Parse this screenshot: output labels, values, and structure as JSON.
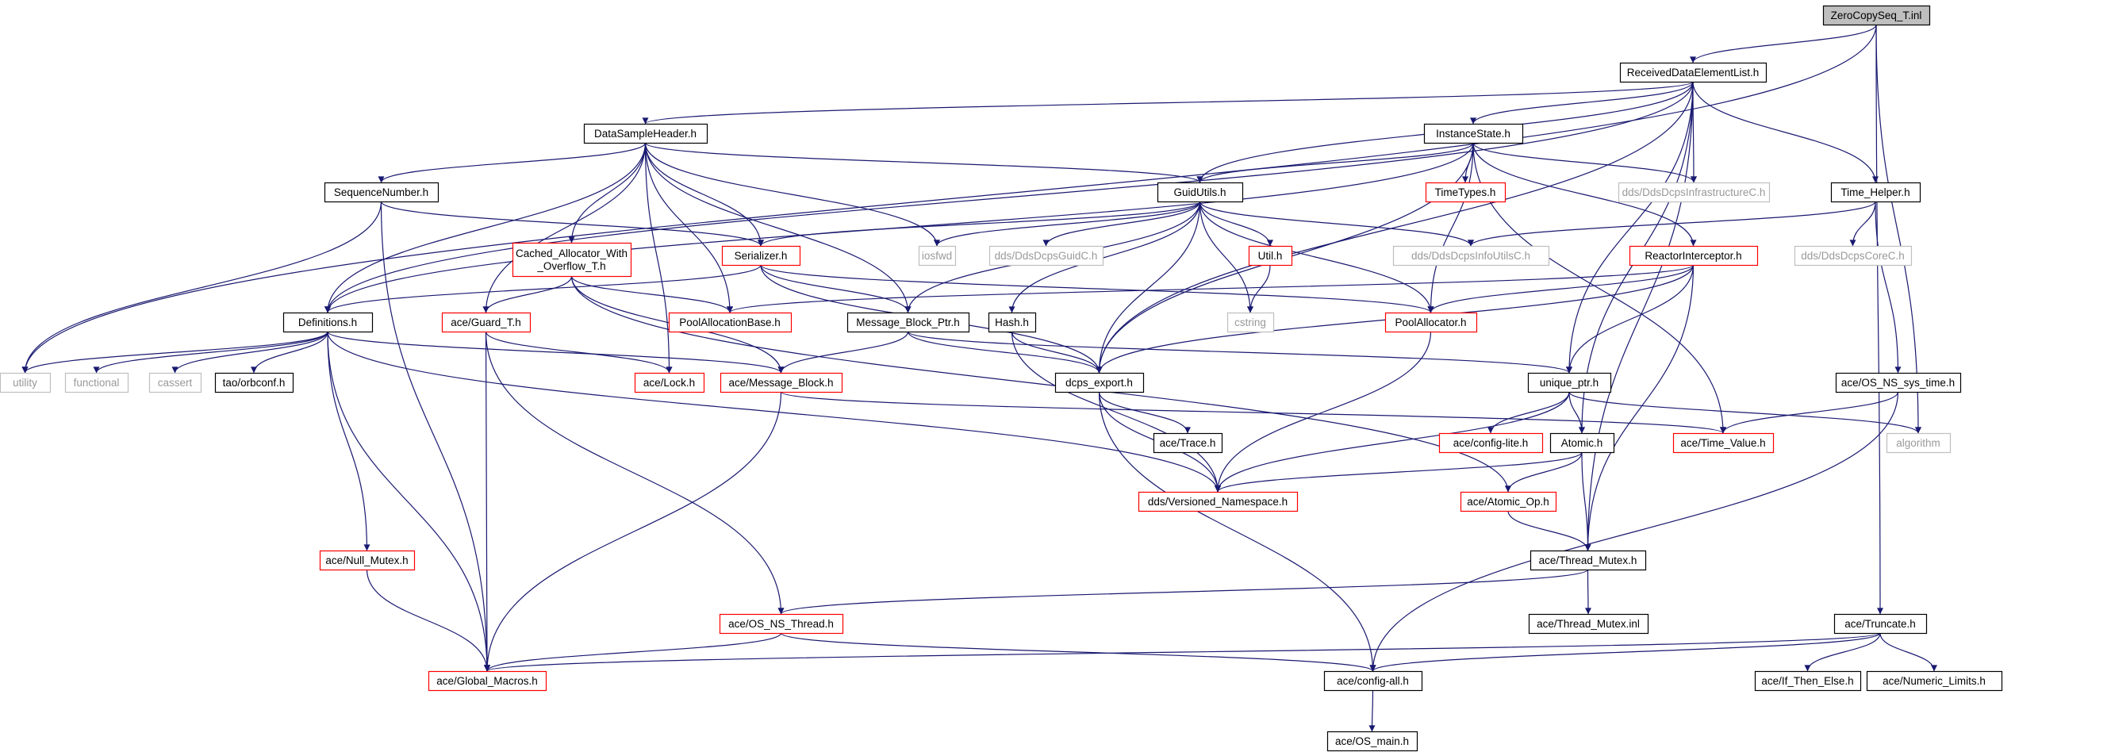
{
  "graph": {
    "nodes": [
      {
        "id": "zcs",
        "label": "ZeroCopySeq_T.inl",
        "style": "root"
      },
      {
        "id": "rdel",
        "label": "ReceivedDataElementList.h",
        "style": "normal"
      },
      {
        "id": "dsh",
        "label": "DataSampleHeader.h",
        "style": "normal"
      },
      {
        "id": "is",
        "label": "InstanceState.h",
        "style": "normal"
      },
      {
        "id": "seqn",
        "label": "SequenceNumber.h",
        "style": "normal"
      },
      {
        "id": "guid",
        "label": "GuidUtils.h",
        "style": "normal"
      },
      {
        "id": "tt",
        "label": "TimeTypes.h",
        "style": "truncated"
      },
      {
        "id": "infra",
        "label": "dds/DdsDcpsInfrastructureC.h",
        "style": "external"
      },
      {
        "id": "th",
        "label": "Time_Helper.h",
        "style": "normal"
      },
      {
        "id": "cao",
        "label": "Cached_Allocator_With\n_Overflow_T.h",
        "style": "truncated"
      },
      {
        "id": "ser",
        "label": "Serializer.h",
        "style": "truncated"
      },
      {
        "id": "iosfwd",
        "label": "iosfwd",
        "style": "external"
      },
      {
        "id": "dguidc",
        "label": "dds/DdsDcpsGuidC.h",
        "style": "external"
      },
      {
        "id": "util",
        "label": "Util.h",
        "style": "truncated"
      },
      {
        "id": "infoutils",
        "label": "dds/DdsDcpsInfoUtilsC.h",
        "style": "external"
      },
      {
        "id": "ri",
        "label": "ReactorInterceptor.h",
        "style": "truncated"
      },
      {
        "id": "corec",
        "label": "dds/DdsDcpsCoreC.h",
        "style": "external"
      },
      {
        "id": "defs",
        "label": "Definitions.h",
        "style": "normal"
      },
      {
        "id": "guard",
        "label": "ace/Guard_T.h",
        "style": "truncated"
      },
      {
        "id": "pab",
        "label": "PoolAllocationBase.h",
        "style": "truncated"
      },
      {
        "id": "mbp",
        "label": "Message_Block_Ptr.h",
        "style": "normal"
      },
      {
        "id": "hash",
        "label": "Hash.h",
        "style": "normal"
      },
      {
        "id": "cstring",
        "label": "cstring",
        "style": "external"
      },
      {
        "id": "pa",
        "label": "PoolAllocator.h",
        "style": "truncated"
      },
      {
        "id": "utility",
        "label": "utility",
        "style": "external"
      },
      {
        "id": "functional",
        "label": "functional",
        "style": "external"
      },
      {
        "id": "cassert",
        "label": "cassert",
        "style": "external"
      },
      {
        "id": "orbconf",
        "label": "tao/orbconf.h",
        "style": "normal"
      },
      {
        "id": "lock",
        "label": "ace/Lock.h",
        "style": "truncated"
      },
      {
        "id": "mb",
        "label": "ace/Message_Block.h",
        "style": "truncated"
      },
      {
        "id": "dcps",
        "label": "dcps_export.h",
        "style": "normal"
      },
      {
        "id": "uptr",
        "label": "unique_ptr.h",
        "style": "normal"
      },
      {
        "id": "ossys",
        "label": "ace/OS_NS_sys_time.h",
        "style": "normal"
      },
      {
        "id": "trace",
        "label": "ace/Trace.h",
        "style": "normal"
      },
      {
        "id": "cfglite",
        "label": "ace/config-lite.h",
        "style": "truncated"
      },
      {
        "id": "atomic",
        "label": "Atomic.h",
        "style": "normal"
      },
      {
        "id": "tv",
        "label": "ace/Time_Value.h",
        "style": "truncated"
      },
      {
        "id": "algo",
        "label": "algorithm",
        "style": "external"
      },
      {
        "id": "vns",
        "label": "dds/Versioned_Namespace.h",
        "style": "truncated"
      },
      {
        "id": "aop",
        "label": "ace/Atomic_Op.h",
        "style": "truncated"
      },
      {
        "id": "nmutex",
        "label": "ace/Null_Mutex.h",
        "style": "truncated"
      },
      {
        "id": "tm",
        "label": "ace/Thread_Mutex.h",
        "style": "normal"
      },
      {
        "id": "osthr",
        "label": "ace/OS_NS_Thread.h",
        "style": "truncated"
      },
      {
        "id": "tminl",
        "label": "ace/Thread_Mutex.inl",
        "style": "normal"
      },
      {
        "id": "trunc",
        "label": "ace/Truncate.h",
        "style": "normal"
      },
      {
        "id": "gm",
        "label": "ace/Global_Macros.h",
        "style": "truncated"
      },
      {
        "id": "cfgall",
        "label": "ace/config-all.h",
        "style": "normal"
      },
      {
        "id": "ite",
        "label": "ace/If_Then_Else.h",
        "style": "normal"
      },
      {
        "id": "nl",
        "label": "ace/Numeric_Limits.h",
        "style": "normal"
      },
      {
        "id": "osmain",
        "label": "ace/OS_main.h",
        "style": "normal"
      }
    ],
    "colors": {
      "edge": "#191970",
      "root_fill": "#bfbfbf",
      "normal_border": "#000000",
      "truncated_border": "#ff0000",
      "external_border": "#bfbfbf",
      "external_text": "#999999"
    }
  }
}
